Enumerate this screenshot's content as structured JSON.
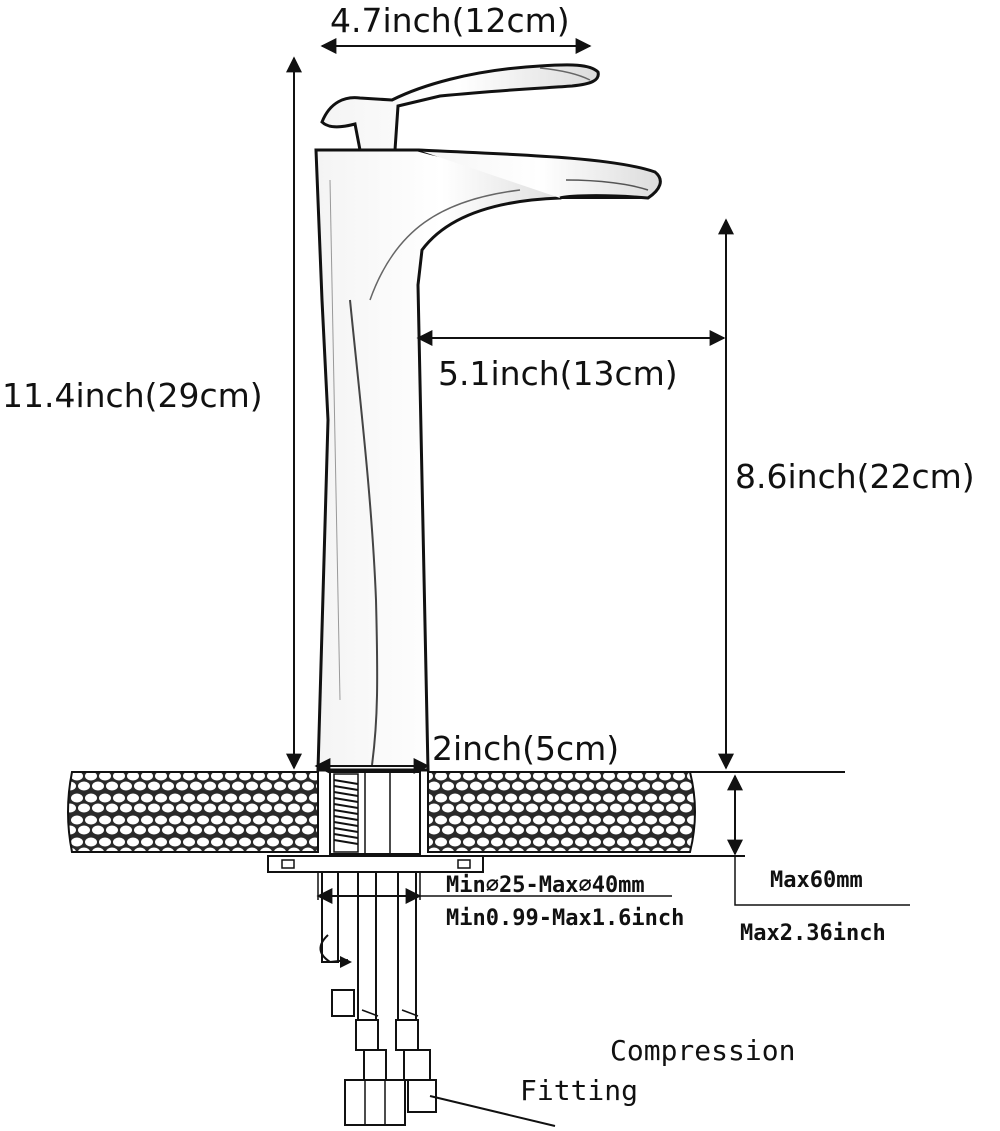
{
  "dimensions": {
    "handle_width": "4.7inch(12cm)",
    "total_height": "11.4inch(29cm)",
    "spout_reach": "5.1inch(13cm)",
    "spout_height": "8.6inch(22cm)",
    "base_width": "2inch(5cm)"
  },
  "installation": {
    "max_thickness_mm": "Max60mm",
    "max_thickness_inch": "Max2.36inch",
    "hole_diameter_mm": "Min⌀25-Max⌀40mm",
    "hole_diameter_inch": "Min0.99-Max1.6inch"
  },
  "fitting": {
    "line1": "Compression",
    "line2": "Fitting"
  },
  "colors": {
    "line": "#111111",
    "background": "#ffffff"
  }
}
